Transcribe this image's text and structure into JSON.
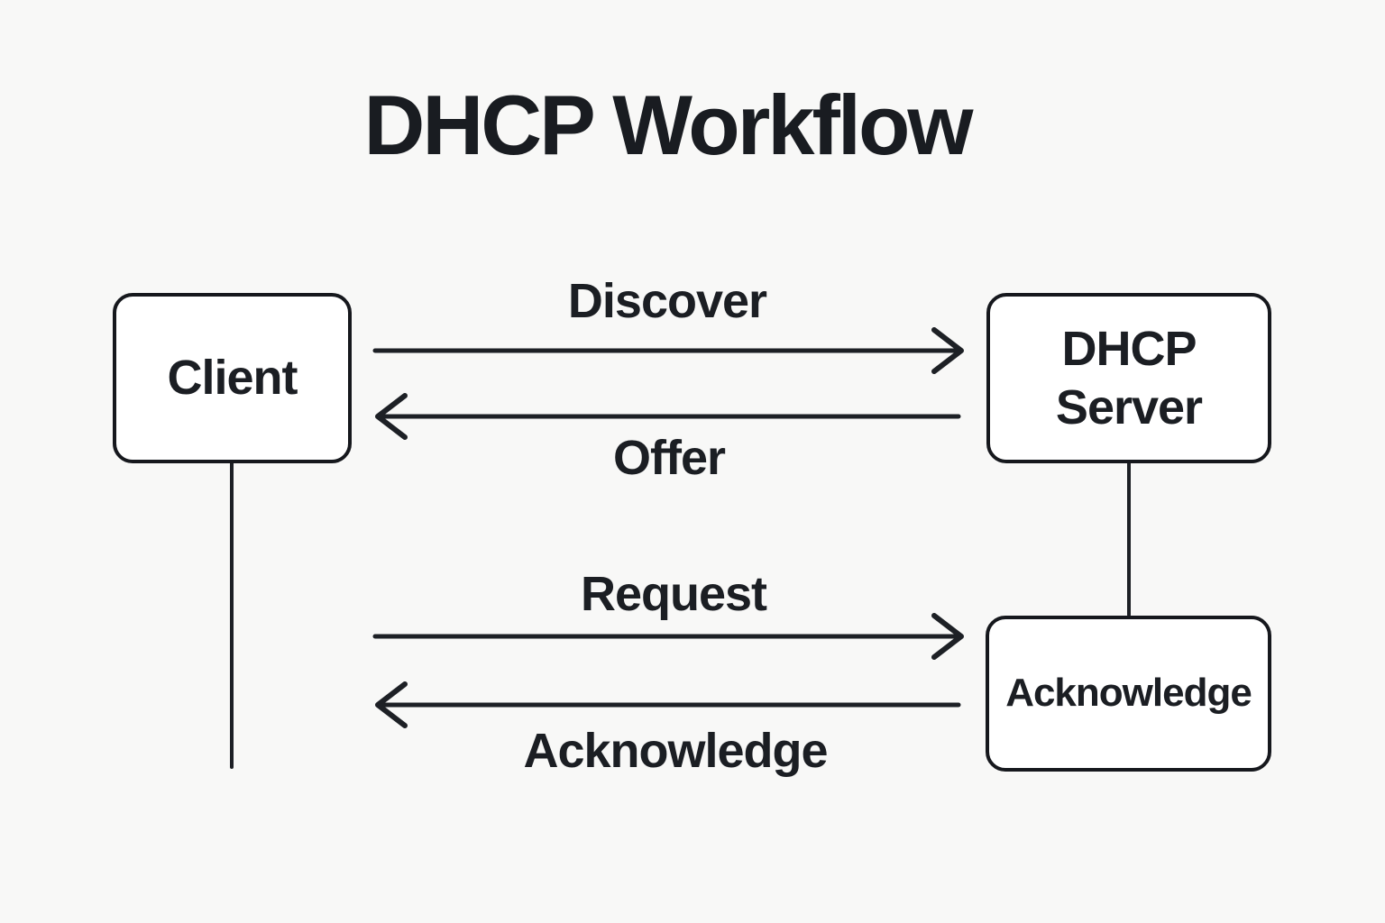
{
  "title": "DHCP Workflow",
  "palette": {
    "background": "#f8f8f7",
    "ink": "#1b1e23",
    "box_fill": "#ffffff"
  },
  "nodes": {
    "client": {
      "label": "Client"
    },
    "server": {
      "label": "DHCP Server"
    },
    "ack": {
      "label": "Acknowledge"
    }
  },
  "messages": {
    "discover": {
      "label": "Discover",
      "direction": "right"
    },
    "offer": {
      "label": "Offer",
      "direction": "left"
    },
    "request": {
      "label": "Request",
      "direction": "right"
    },
    "acknowledge": {
      "label": "Acknowledge",
      "direction": "left"
    }
  }
}
